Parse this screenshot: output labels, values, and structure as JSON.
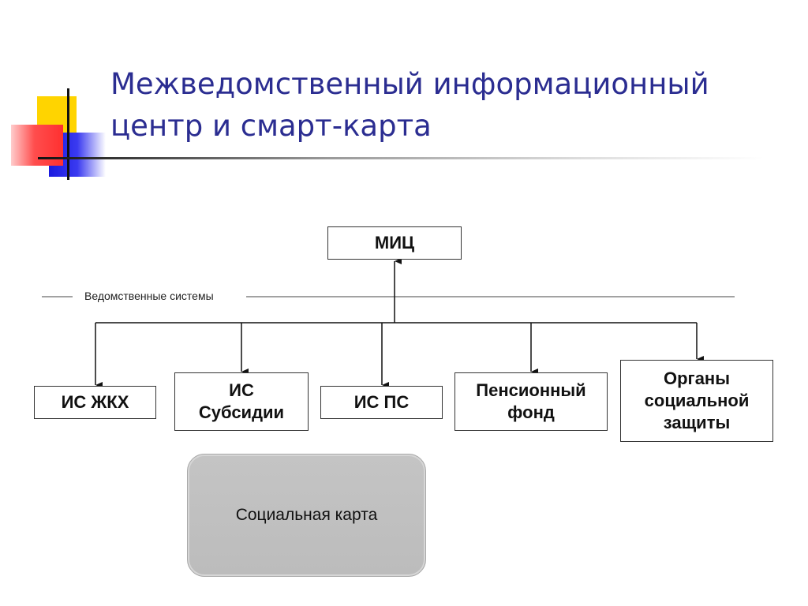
{
  "slide": {
    "title_line1": "Межведомственный информационный",
    "title_line2": "центр и смарт-карта"
  },
  "diagram": {
    "top_node": "МИЦ",
    "systems_label": "Ведомственные системы",
    "nodes": [
      {
        "lines": [
          "ИС ЖКХ"
        ]
      },
      {
        "lines": [
          "ИС",
          "Субсидии"
        ]
      },
      {
        "lines": [
          "ИС ПС"
        ]
      },
      {
        "lines": [
          "Пенсионный",
          "фонд"
        ]
      },
      {
        "lines": [
          "Органы",
          "социальной",
          "защиты"
        ]
      }
    ],
    "card_label": "Социальная карта"
  },
  "colors": {
    "title": "#2b2d91",
    "logo_yellow": "#ffd400",
    "logo_blue": "#1a1adf",
    "logo_red": "#ff3030",
    "card_fill": "#c4c4c4"
  }
}
